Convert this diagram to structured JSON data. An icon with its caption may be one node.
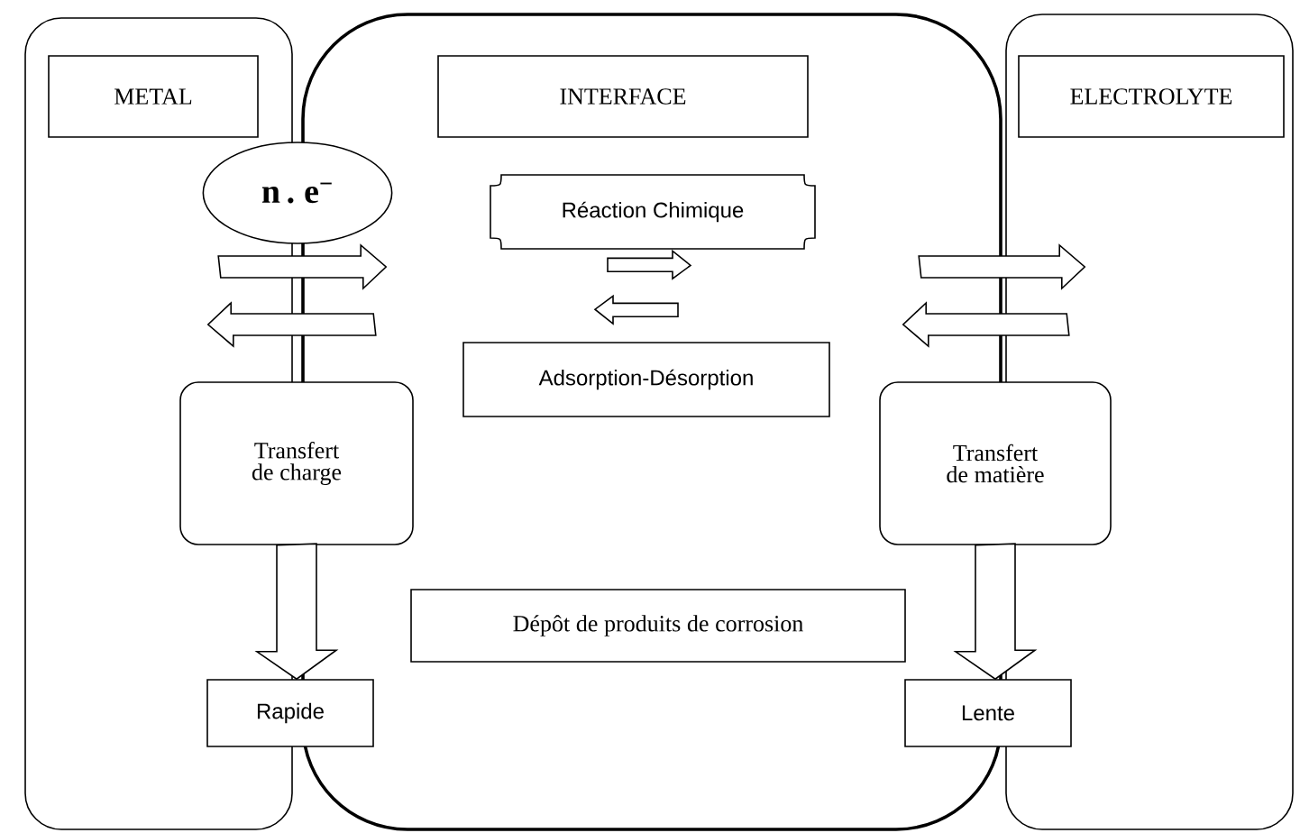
{
  "diagram": {
    "nodes": [
      {
        "text": [],
        "shape": "box"
      },
      {
        "text": [
          "METAL"
        ],
        "in": 0
      },
      {
        "text": [],
        "shape": "box"
      },
      {
        "text": [
          "INTERFACE"
        ],
        "in": 2
      },
      {
        "text": [],
        "shape": "box"
      },
      {
        "text": [
          "ELECTROLYTE"
        ],
        "in": 4
      },
      {
        "text": [
          "n . e$^{−}$"
        ]
      },
      {
        "text": [
          "Réaction Chimique"
        ],
        "in": 2
      },
      {
        "text": [
          "Adsorption-Désorption"
        ],
        "in": 2
      },
      {
        "text": [
          "Transfert de charge"
        ]
      },
      {
        "text": [
          "Transfert de matière"
        ]
      },
      {
        "text": [
          "Dépôt de produits de corrosion"
        ],
        "in": 2
      },
      {
        "text": [
          "Rapide"
        ]
      },
      {
        "text": [
          "Lente"
        ]
      }
    ],
    "edges": [
      {
        "from": 0,
        "to": 2,
        "arrow": "to"
      },
      {
        "from": 2,
        "to": 0,
        "arrow": "to"
      },
      {
        "from": 2,
        "to": 4,
        "arrow": "to"
      },
      {
        "from": 4,
        "to": 2,
        "arrow": "to"
      },
      {
        "from": 8,
        "to": 7,
        "arrow": "to"
      },
      {
        "from": 7,
        "to": 8,
        "arrow": "to"
      },
      {
        "from": 9,
        "to": 12,
        "arrow": "to"
      },
      {
        "from": 10,
        "to": 13,
        "arrow": "to"
      }
    ]
  }
}
